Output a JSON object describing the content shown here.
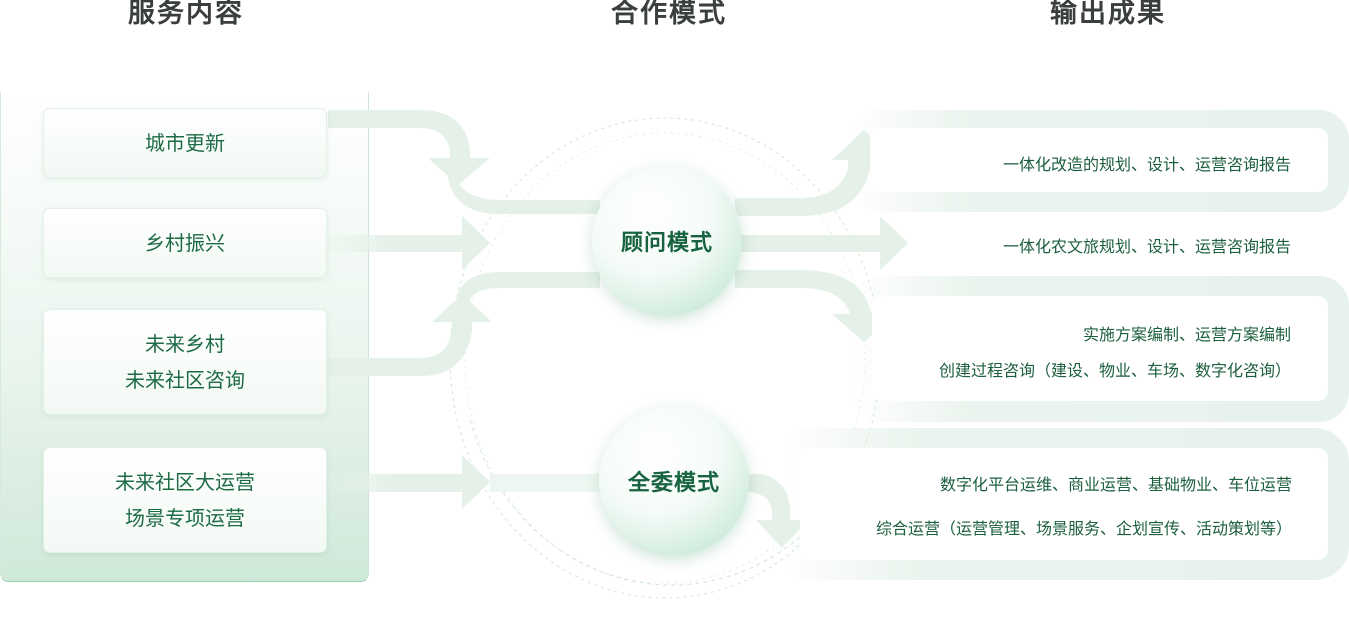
{
  "headers": {
    "services": "服务内容",
    "modes": "合作模式",
    "outputs": "输出成果"
  },
  "services": [
    {
      "lines": [
        "城市更新"
      ]
    },
    {
      "lines": [
        "乡村振兴"
      ]
    },
    {
      "lines": [
        "未来乡村",
        "未来社区咨询"
      ]
    },
    {
      "lines": [
        "未来社区大运营",
        "场景专项运营"
      ]
    }
  ],
  "modes": {
    "consulting": "顾问模式",
    "full": "全委模式"
  },
  "outputs": {
    "consulting": [
      "一体化改造的规划、设计、运营咨询报告",
      "一体化农文旅规划、设计、运营咨询报告",
      "实施方案编制、运营方案编制",
      "创建过程咨询（建设、物业、车场、数字化咨询）"
    ],
    "full": [
      "数字化平台运维、商业运营、基础物业、车位运营",
      "综合运营（运营管理、场景服务、企划宣传、活动策划等）"
    ]
  },
  "colors": {
    "primary_text": "#1d6b45",
    "header_text": "#3a3f3b",
    "arrow_fill": "#e6f1ea"
  }
}
